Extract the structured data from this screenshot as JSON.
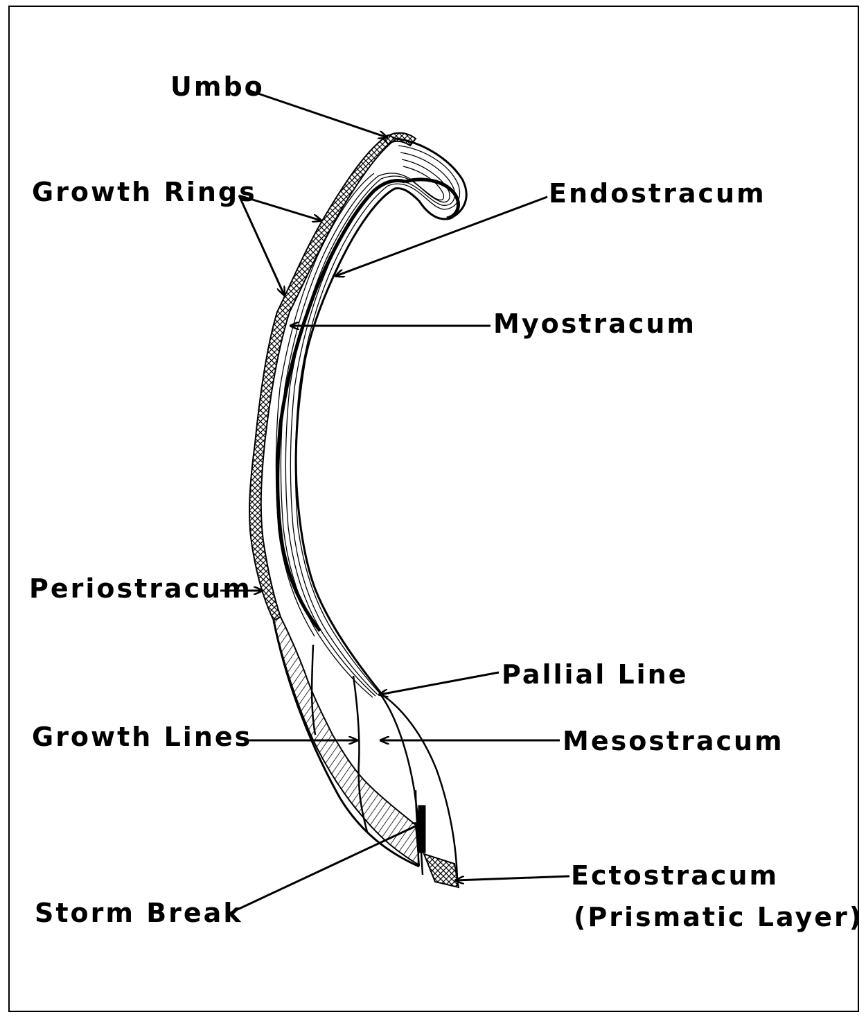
{
  "labels": {
    "umbo": "Umbo",
    "growth_rings": "Growth Rings",
    "endostracum": "Endostracum",
    "myostracum": "Myostracum",
    "periostracum": "Periostracum",
    "pallial_line": "Pallial Line",
    "growth_lines": "Growth Lines",
    "mesostracum": "Mesostracum",
    "storm_break": "Storm Break",
    "ectostracum_1": "Ectostracum",
    "ectostracum_2": "(Prismatic Layer)"
  }
}
